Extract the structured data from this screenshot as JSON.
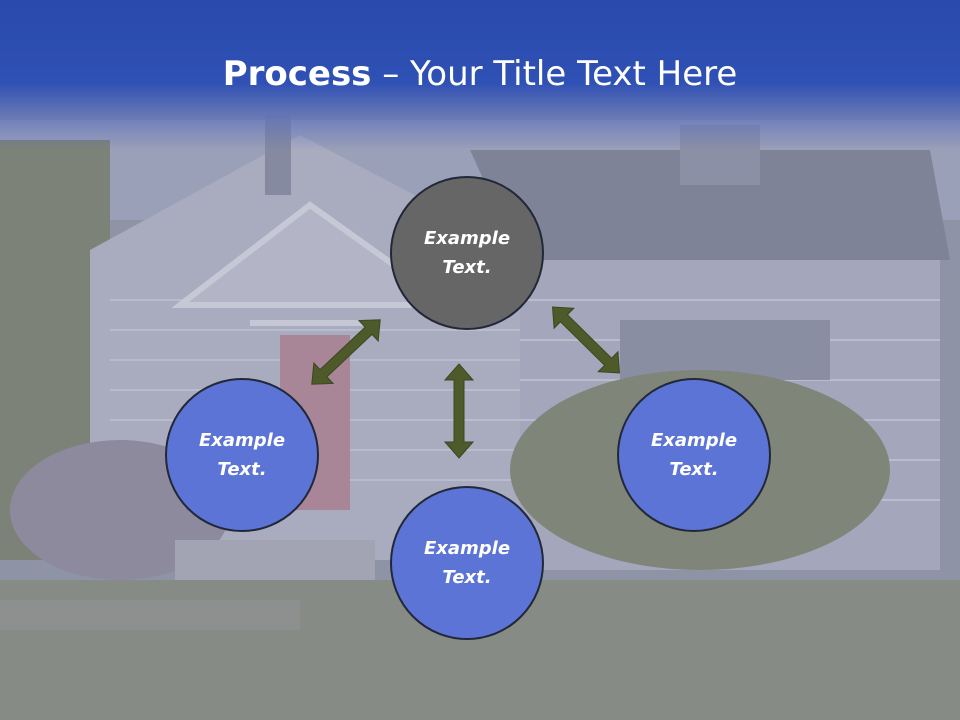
{
  "title": {
    "bold": "Process",
    "rest": " – Your Title Text Here"
  },
  "diagram": {
    "center": {
      "label": "Example\nText."
    },
    "left": {
      "label": "Example\nText."
    },
    "bottom": {
      "label": "Example\nText."
    },
    "right": {
      "label": "Example\nText."
    }
  },
  "colors": {
    "header_blue": "#2a4bad",
    "circle_blue": "#5b74d6",
    "circle_gray": "#666666",
    "arrow_olive": "#4e5a2a"
  }
}
